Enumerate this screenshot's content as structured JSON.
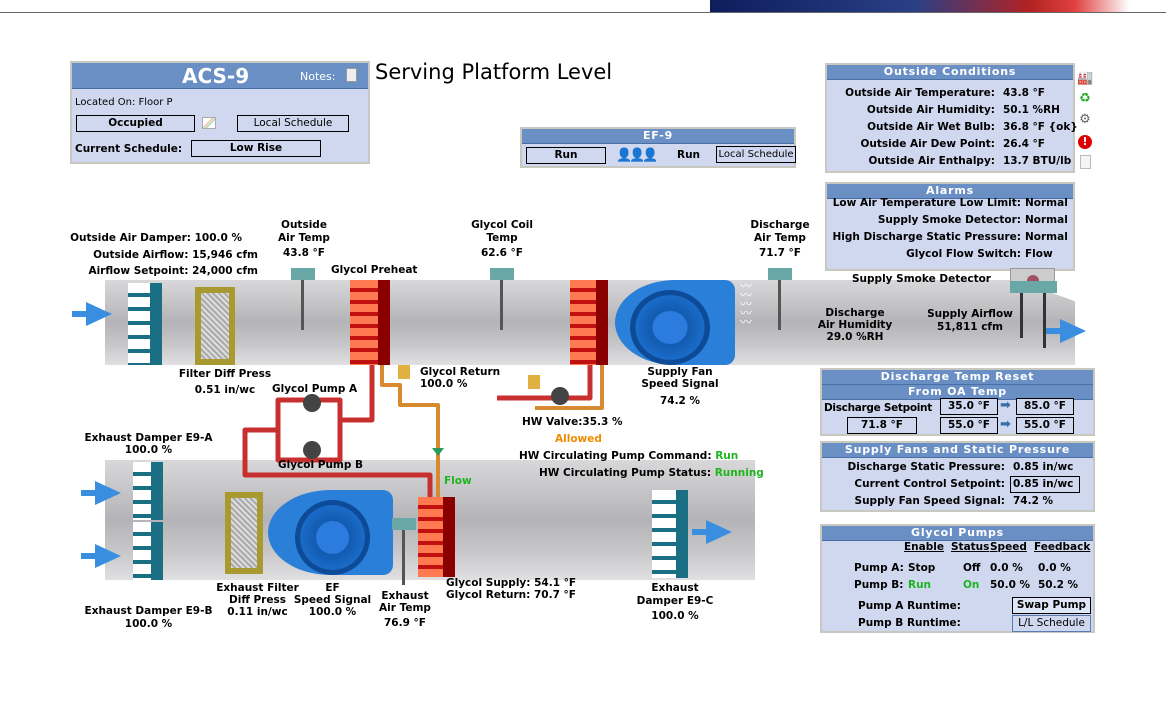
{
  "banner": {
    "colors": [
      "#1a2a6a",
      "#b22222"
    ]
  },
  "acs": {
    "title": "ACS-9",
    "notes_label": "Notes:",
    "located_on": "Located On: Floor P",
    "occupancy": "Occupied",
    "local_schedule": "Local Schedule",
    "current_schedule_label": "Current Schedule:",
    "current_schedule": "Low Rise"
  },
  "page_title": "Serving Platform Level",
  "ef9": {
    "title": "EF-9",
    "command": "Run",
    "status": "Run",
    "local_schedule": "Local Schedule"
  },
  "outside": {
    "title": "Outside Conditions",
    "rows": [
      {
        "label": "Outside Air Temperature:",
        "value": "43.8 °F"
      },
      {
        "label": "Outside Air Humidity:",
        "value": "50.1 %RH"
      },
      {
        "label": "Outside Air Wet Bulb:",
        "value": "36.8 °F {ok}"
      },
      {
        "label": "Outside Air Dew Point:",
        "value": "26.4 °F"
      },
      {
        "label": "Outside Air Enthalpy:",
        "value": "13.7 BTU/lb"
      }
    ]
  },
  "side_icons": [
    "factory-icon",
    "recycle-icon",
    "gear-icon",
    "alarm-icon",
    "document-icon"
  ],
  "alarms": {
    "title": "Alarms",
    "rows": [
      {
        "label": "Low Air Temperature Low Limit:",
        "value": "Normal"
      },
      {
        "label": "Supply Smoke Detector:",
        "value": "Normal"
      },
      {
        "label": "High Discharge Static Pressure:",
        "value": "Normal"
      },
      {
        "label": "Glycol Flow Switch:",
        "value": "Flow"
      }
    ]
  },
  "diagram": {
    "oa_damper": "Outside Air Damper: 100.0 %",
    "oa_airflow": "Outside Airflow: 15,946 cfm",
    "airflow_sp": "Airflow Setpoint: 24,000 cfm",
    "oat_label1": "Outside",
    "oat_label2": "Air Temp",
    "oat_value": "43.8 °F",
    "gct_label1": "Glycol Coil",
    "gct_label2": "Temp",
    "gct_value": "62.6 °F",
    "dat_label1": "Discharge",
    "dat_label2": "Air Temp",
    "dat_value": "71.7 °F",
    "glycol_preheat": "Glycol Preheat",
    "smoke_detector": "Supply Smoke Detector",
    "dah_label1": "Discharge",
    "dah_label2": "Air Humidity",
    "dah_value": "29.0 %RH",
    "sa_label": "Supply Airflow",
    "sa_value": "51,811 cfm",
    "filter_label": "Filter Diff Press",
    "filter_value": "0.51 in/wc",
    "glycol_return_label": "Glycol Return",
    "glycol_return_value": "100.0 %",
    "pump_a": "Glycol Pump A",
    "pump_b": "Glycol Pump B",
    "sf_label1": "Supply Fan",
    "sf_label2": "Speed Signal",
    "sf_value": "74.2 %",
    "hw_valve": "HW Valve:35.3 %",
    "hw_allowed": "Allowed",
    "hw_cmd_label": "HW Circulating Pump Command:",
    "hw_cmd_value": "Run",
    "hw_status_label": "HW Circulating Pump Status:",
    "hw_status_value": "Running",
    "flow": "Flow",
    "exa_label": "Exhaust Damper E9-A",
    "exa_value": "100.0 %",
    "exb_label": "Exhaust Damper E9-B",
    "exb_value": "100.0 %",
    "exf_label1": "Exhaust Filter",
    "exf_label2": "Diff Press",
    "exf_value": "0.11 in/wc",
    "ef_label1": "EF",
    "ef_label2": "Speed Signal",
    "ef_value": "100.0 %",
    "eat_label1": "Exhaust",
    "eat_label2": "Air Temp",
    "eat_value": "76.9 °F",
    "gs_label": "Glycol Supply:",
    "gs_value": "54.1 °F",
    "gr_label": "Glycol Return:",
    "gr_value": "70.7 °F",
    "exc_label1": "Exhaust",
    "exc_label2": "Damper E9-C",
    "exc_value": "100.0 %"
  },
  "reset": {
    "title1": "Discharge Temp Reset",
    "title2": "From OA Temp",
    "setpoint_label": "Discharge Setpoint",
    "current": "71.8 °F",
    "oa_low": "35.0 °F",
    "oa_high": "85.0 °F",
    "sp_low": "55.0 °F",
    "sp_high": "55.0 °F"
  },
  "fans": {
    "title": "Supply Fans and Static Pressure",
    "dsp_label": "Discharge Static Pressure:",
    "dsp_value": "0.85 in/wc",
    "ccs_label": "Current Control Setpoint:",
    "ccs_value": "0.85 in/wc",
    "sfs_label": "Supply Fan Speed Signal:",
    "sfs_value": "74.2 %"
  },
  "pumps": {
    "title": "Glycol Pumps",
    "headers": [
      "Enable",
      "Status",
      "Speed",
      "Feedback"
    ],
    "rows": [
      {
        "name": "Pump A:",
        "enable": "Stop",
        "status": "Off",
        "speed": "0.0 %",
        "feedback": "0.0 %"
      },
      {
        "name": "Pump B:",
        "enable": "Run",
        "status": "On",
        "speed": "50.0 %",
        "feedback": "50.2 %"
      }
    ],
    "a_runtime": "Pump A Runtime:",
    "b_runtime": "Pump B Runtime:",
    "swap": "Swap Pump",
    "ll_schedule": "L/L Schedule"
  },
  "colors": {
    "panel_header": "#6a8fc5",
    "panel_bg": "#d0d8ef",
    "status_green": "#1db51d",
    "status_orange": "#f08a00"
  }
}
